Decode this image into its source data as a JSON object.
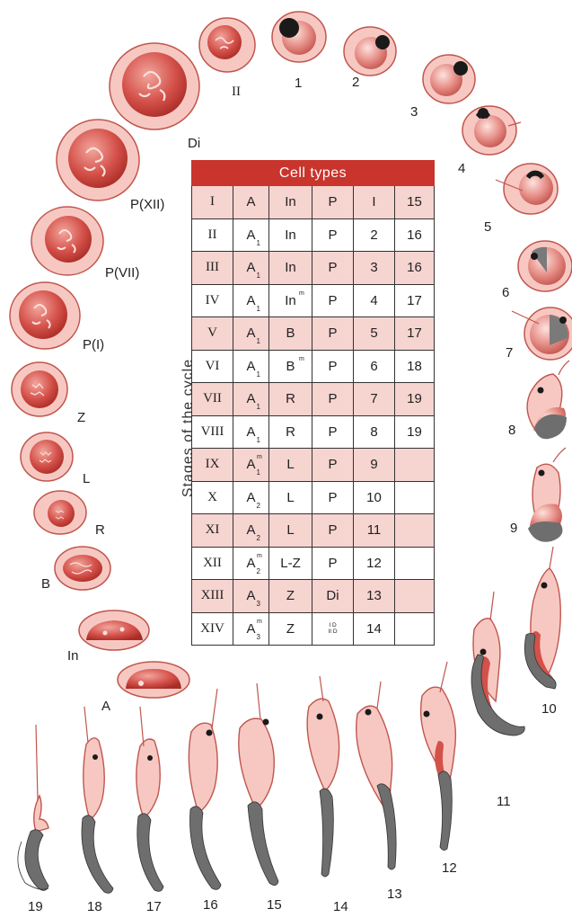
{
  "table": {
    "title": "Cell types",
    "axis_label": "Stages of the cycle",
    "rows": [
      {
        "stage": "I",
        "a": "A",
        "a_sub": "",
        "a_sup": "",
        "c3": "In",
        "c3_sup": "",
        "c4": "P",
        "c5": "I",
        "c6": "15"
      },
      {
        "stage": "II",
        "a": "A",
        "a_sub": "1",
        "a_sup": "",
        "c3": "In",
        "c3_sup": "",
        "c4": "P",
        "c5": "2",
        "c6": "16"
      },
      {
        "stage": "III",
        "a": "A",
        "a_sub": "1",
        "a_sup": "",
        "c3": "In",
        "c3_sup": "",
        "c4": "P",
        "c5": "3",
        "c6": "16"
      },
      {
        "stage": "IV",
        "a": "A",
        "a_sub": "1",
        "a_sup": "",
        "c3": "In",
        "c3_sup": "m",
        "c4": "P",
        "c5": "4",
        "c6": "17"
      },
      {
        "stage": "V",
        "a": "A",
        "a_sub": "1",
        "a_sup": "",
        "c3": "B",
        "c3_sup": "",
        "c4": "P",
        "c5": "5",
        "c6": "17"
      },
      {
        "stage": "VI",
        "a": "A",
        "a_sub": "1",
        "a_sup": "",
        "c3": "B",
        "c3_sup": "m",
        "c4": "P",
        "c5": "6",
        "c6": "18"
      },
      {
        "stage": "VII",
        "a": "A",
        "a_sub": "1",
        "a_sup": "",
        "c3": "R",
        "c3_sup": "",
        "c4": "P",
        "c5": "7",
        "c6": "19"
      },
      {
        "stage": "VIII",
        "a": "A",
        "a_sub": "1",
        "a_sup": "",
        "c3": "R",
        "c3_sup": "",
        "c4": "P",
        "c5": "8",
        "c6": "19"
      },
      {
        "stage": "IX",
        "a": "A",
        "a_sub": "1",
        "a_sup": "m",
        "c3": "L",
        "c3_sup": "",
        "c4": "P",
        "c5": "9",
        "c6": ""
      },
      {
        "stage": "X",
        "a": "A",
        "a_sub": "2",
        "a_sup": "",
        "c3": "L",
        "c3_sup": "",
        "c4": "P",
        "c5": "10",
        "c6": ""
      },
      {
        "stage": "XI",
        "a": "A",
        "a_sub": "2",
        "a_sup": "",
        "c3": "L",
        "c3_sup": "",
        "c4": "P",
        "c5": "11",
        "c6": ""
      },
      {
        "stage": "XII",
        "a": "A",
        "a_sub": "2",
        "a_sup": "m",
        "c3": "L-Z",
        "c3_sup": "",
        "c4": "P",
        "c5": "12",
        "c6": ""
      },
      {
        "stage": "XIII",
        "a": "A",
        "a_sub": "3",
        "a_sup": "",
        "c3": "Z",
        "c3_sup": "",
        "c4": "Di",
        "c5": "13",
        "c6": ""
      },
      {
        "stage": "XIV",
        "a": "A",
        "a_sub": "3",
        "a_sup": "m",
        "c3": "Z",
        "c3_sup": "",
        "c4": "I D\nII D",
        "c5": "14",
        "c6": ""
      }
    ]
  },
  "left_labels": [
    "II",
    "Di",
    "P(XII)",
    "P(VII)",
    "P(I)",
    "Z",
    "L",
    "R",
    "B",
    "In",
    "A"
  ],
  "right_labels": [
    "1",
    "2",
    "3",
    "4",
    "5",
    "6",
    "7",
    "8",
    "9",
    "10",
    "11",
    "12",
    "13",
    "14",
    "15",
    "16",
    "17",
    "18",
    "19"
  ],
  "colors": {
    "cell_fill": "#f7c8c2",
    "cytoplasm_outline": "#b23a33",
    "nucleus_red": "#c8382f",
    "acrosome_black": "#1a1a1a",
    "tail_gray": "#6e6e6e",
    "header_red": "#c9342c",
    "row_shade": "#f6d4d0"
  }
}
